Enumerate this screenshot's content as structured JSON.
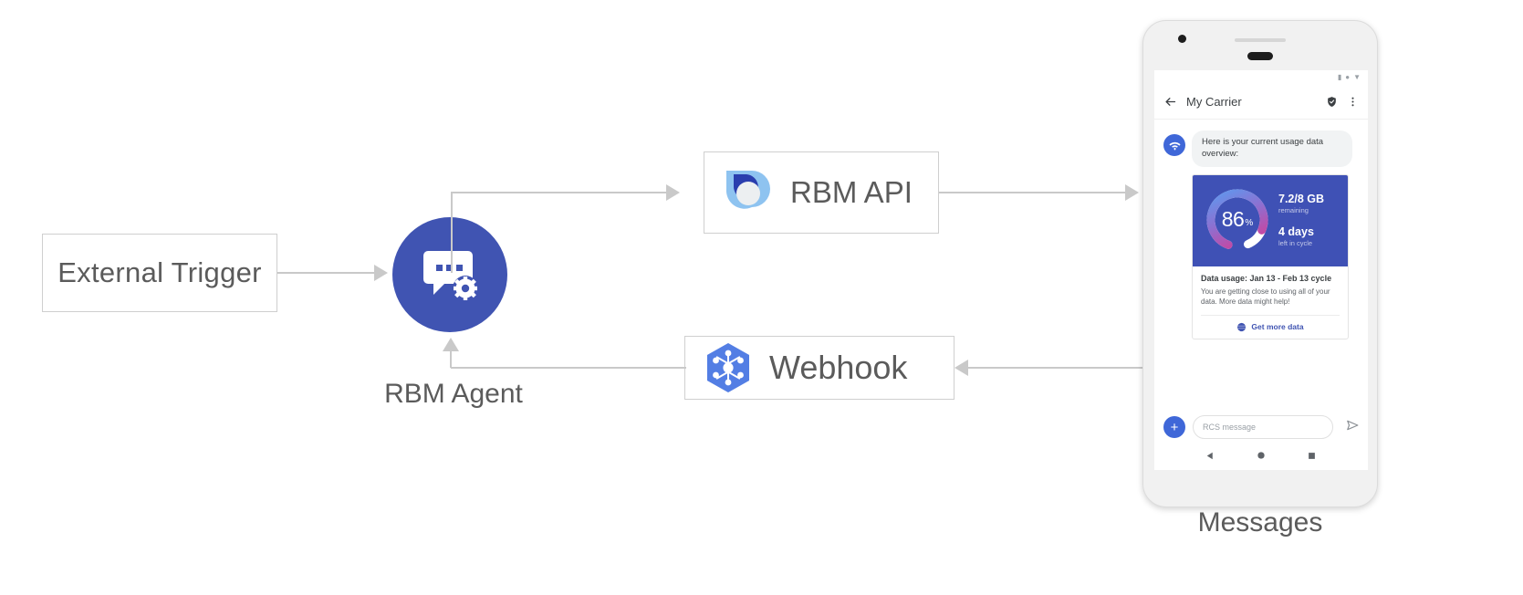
{
  "diagram": {
    "nodes": {
      "external_trigger": {
        "label": "External Trigger"
      },
      "rbm_agent": {
        "caption": "RBM Agent",
        "icon": "chat-gear-icon",
        "color": "#4054b2"
      },
      "rbm_api": {
        "label": "RBM API",
        "icon": "rbm-api-logo-icon"
      },
      "webhook": {
        "label": "Webhook",
        "icon": "webhook-hexagon-icon",
        "color": "#4285f4"
      },
      "messages": {
        "caption": "Messages"
      }
    },
    "connector_color": "#c9c9c9"
  },
  "phone": {
    "status_bar": {
      "icons": [
        "signal-icon",
        "wifi-icon",
        "battery-icon"
      ]
    },
    "app_bar": {
      "back_icon": "back-arrow-icon",
      "title": "My Carrier",
      "verified_icon": "verified-shield-icon",
      "overflow_icon": "more-vertical-icon"
    },
    "conversation": {
      "agent_avatar_icon": "rcs-agent-icon",
      "intro_message": "Here is your current usage data overview:",
      "rich_card": {
        "gauge": {
          "value": "86",
          "unit": "%",
          "percent": 86
        },
        "stats": [
          {
            "main": "7.2/8 GB",
            "sub": "remaining"
          },
          {
            "main": "4 days",
            "sub": "left in cycle"
          }
        ],
        "title": "Data usage: Jan 13 - Feb 13 cycle",
        "description": "You are getting close to using all of your data. More data might help!",
        "action": {
          "icon": "globe-icon",
          "label": "Get more data",
          "color": "#4054b2"
        }
      }
    },
    "composer": {
      "plus_icon": "plus-icon",
      "placeholder": "RCS message",
      "send_icon": "send-icon"
    },
    "nav_bar": {
      "icons": [
        "back-triangle-icon",
        "home-circle-icon",
        "recents-square-icon"
      ]
    }
  }
}
